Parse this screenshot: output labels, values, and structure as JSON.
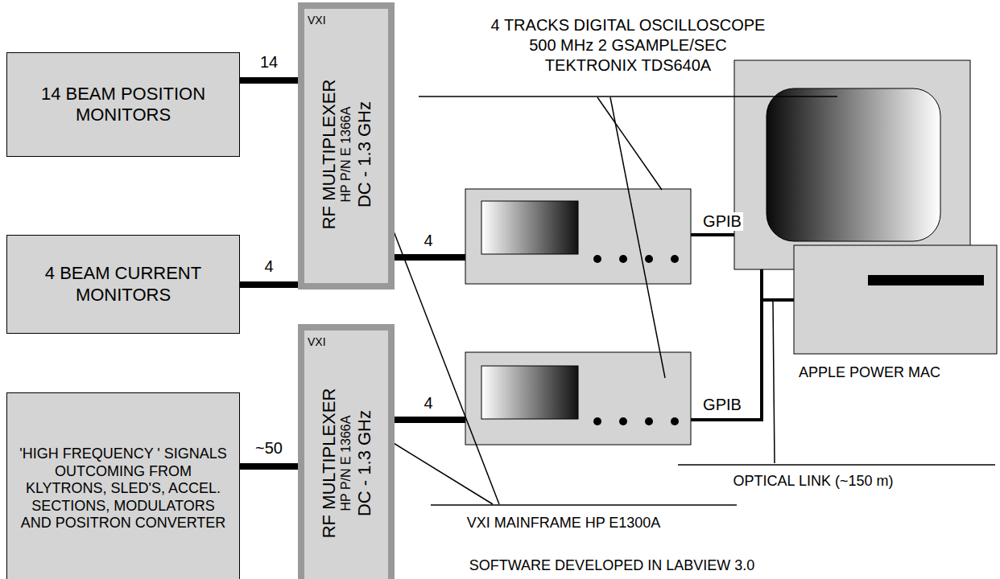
{
  "diagram": {
    "nodes": [
      {
        "text": [
          "14 BEAM POSITION MONITORS"
        ]
      },
      {
        "text": [
          "4 BEAM CURRENT MONITORS"
        ]
      },
      {
        "text": [
          "'HIGH FREQUENCY ' SIGNALS OUTCOMING FROM KLYTRONS, SLED'S, ACCEL. SECTIONS, MODULATORS AND POSITRON CONVERTER"
        ]
      },
      {
        "text": [
          "VXI",
          "RF MULTIPLEXER",
          "HP P/N E 1366A",
          "DC - 1.3 GHz"
        ]
      },
      {
        "text": [
          "VXI",
          "RF MULTIPLEXER",
          "HP P/N E 1366A",
          "DC - 1.3 GHz"
        ]
      }
    ],
    "edges": [
      {
        "from": 0,
        "to": 3,
        "arrow": "none",
        "label": "14"
      },
      {
        "from": 1,
        "to": 3,
        "arrow": "none",
        "label": "4"
      },
      {
        "from": 2,
        "to": 4,
        "arrow": "none",
        "label": "~50"
      }
    ],
    "labels": [
      "4 TRACKS DIGITAL OSCILLOSCOPE",
      "500 MHz 2 GSAMPLE/SEC",
      "TEKTRONIX TDS640A",
      "4",
      "4",
      "GPIB",
      "GPIB",
      "APPLE POWER MAC",
      "OPTICAL LINK (~150 m)",
      "VXI MAINFRAME HP E1300A",
      "SOFTWARE DEVELOPED IN LABVIEW 3.0"
    ]
  }
}
